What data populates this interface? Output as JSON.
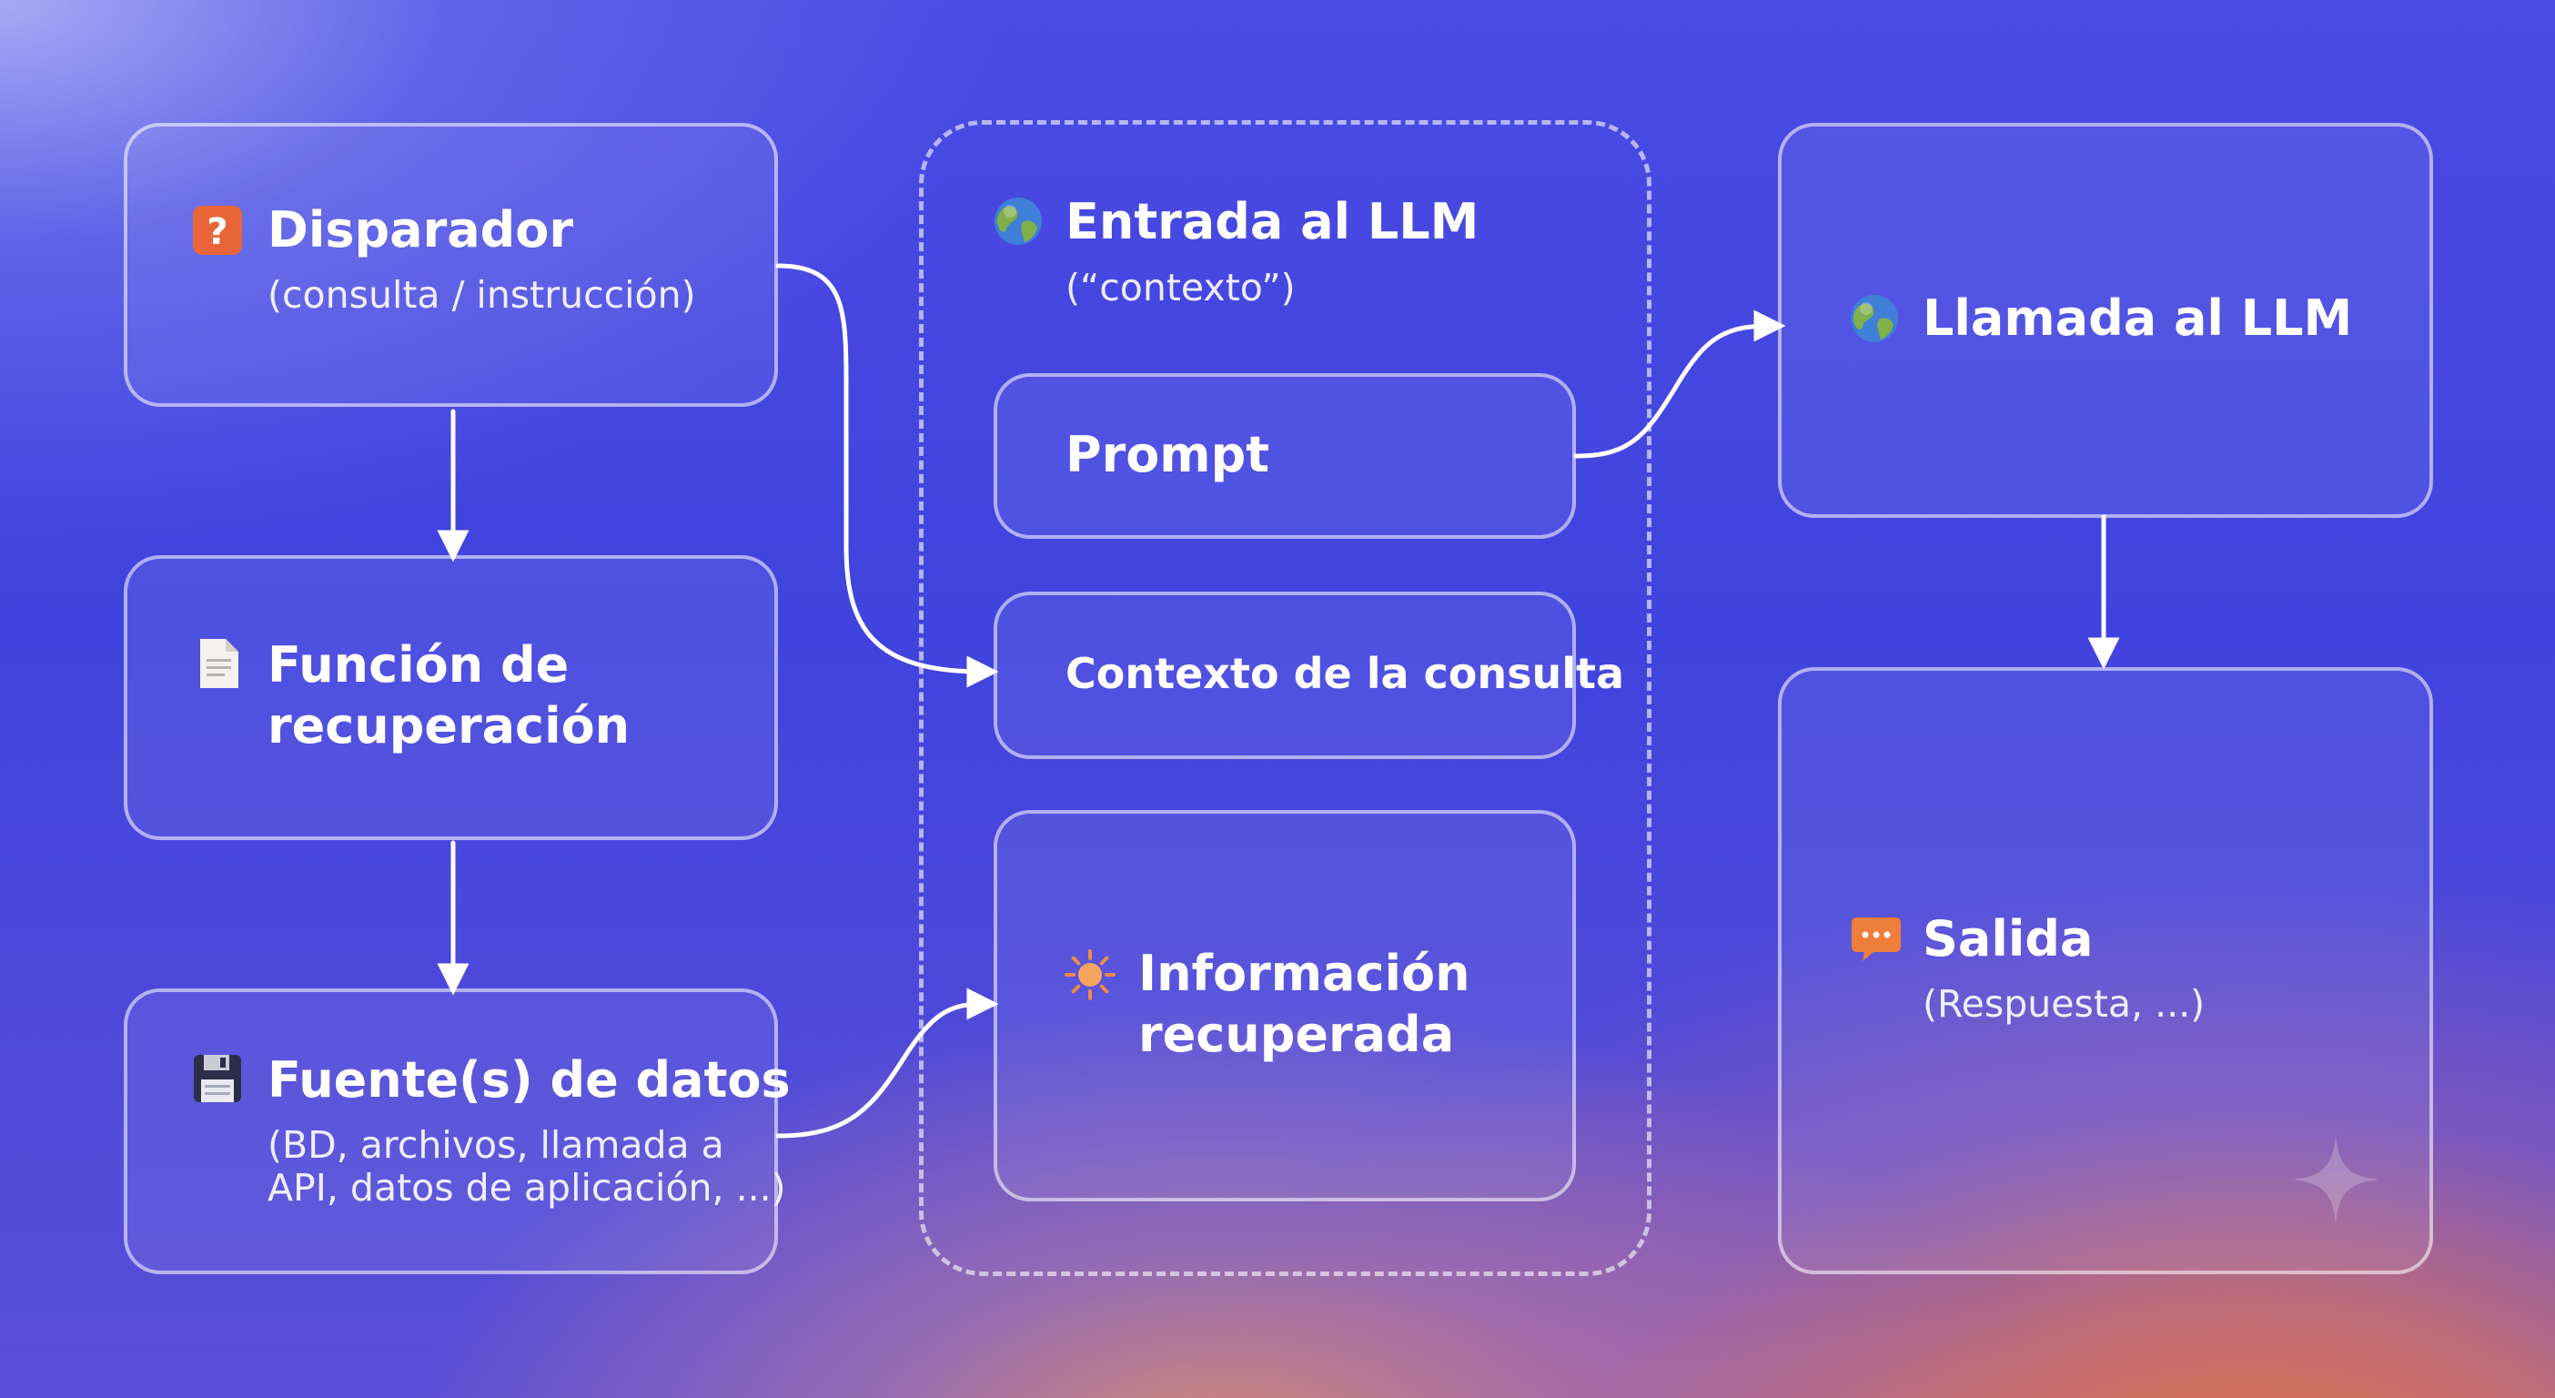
{
  "diagram": {
    "trigger": {
      "icon": "question-icon",
      "title": "Disparador",
      "subtitle": "(consulta / instrucción)"
    },
    "retrieval": {
      "icon": "document-icon",
      "title_line1": "Función de",
      "title_line2": "recuperación"
    },
    "datasource": {
      "icon": "floppy-disk-icon",
      "title": "Fuente(s) de datos",
      "subtitle_line1": "(BD, archivos, llamada a",
      "subtitle_line2": "API, datos de aplicación, ...)"
    },
    "llm_input": {
      "icon": "globe-icon",
      "title": "Entrada al LLM",
      "subtitle": "(“contexto”)",
      "prompt": "Prompt",
      "query_context": "Contexto de la consulta",
      "retrieved_icon": "sun-icon",
      "retrieved_line1": "Información",
      "retrieved_line2": "recuperada"
    },
    "llm_call": {
      "icon": "globe-icon",
      "title": "Llamada al LLM"
    },
    "output": {
      "icon": "speech-bubble-icon",
      "title": "Salida",
      "subtitle": "(Respuesta, ...)",
      "decoration": "sparkle-icon"
    }
  },
  "colors": {
    "box_border": "#ffffff",
    "background_top": "#4143de",
    "background_bottom_right": "#ec7837",
    "question_icon": "#e8663a",
    "speech_icon": "#ef7d3c"
  }
}
